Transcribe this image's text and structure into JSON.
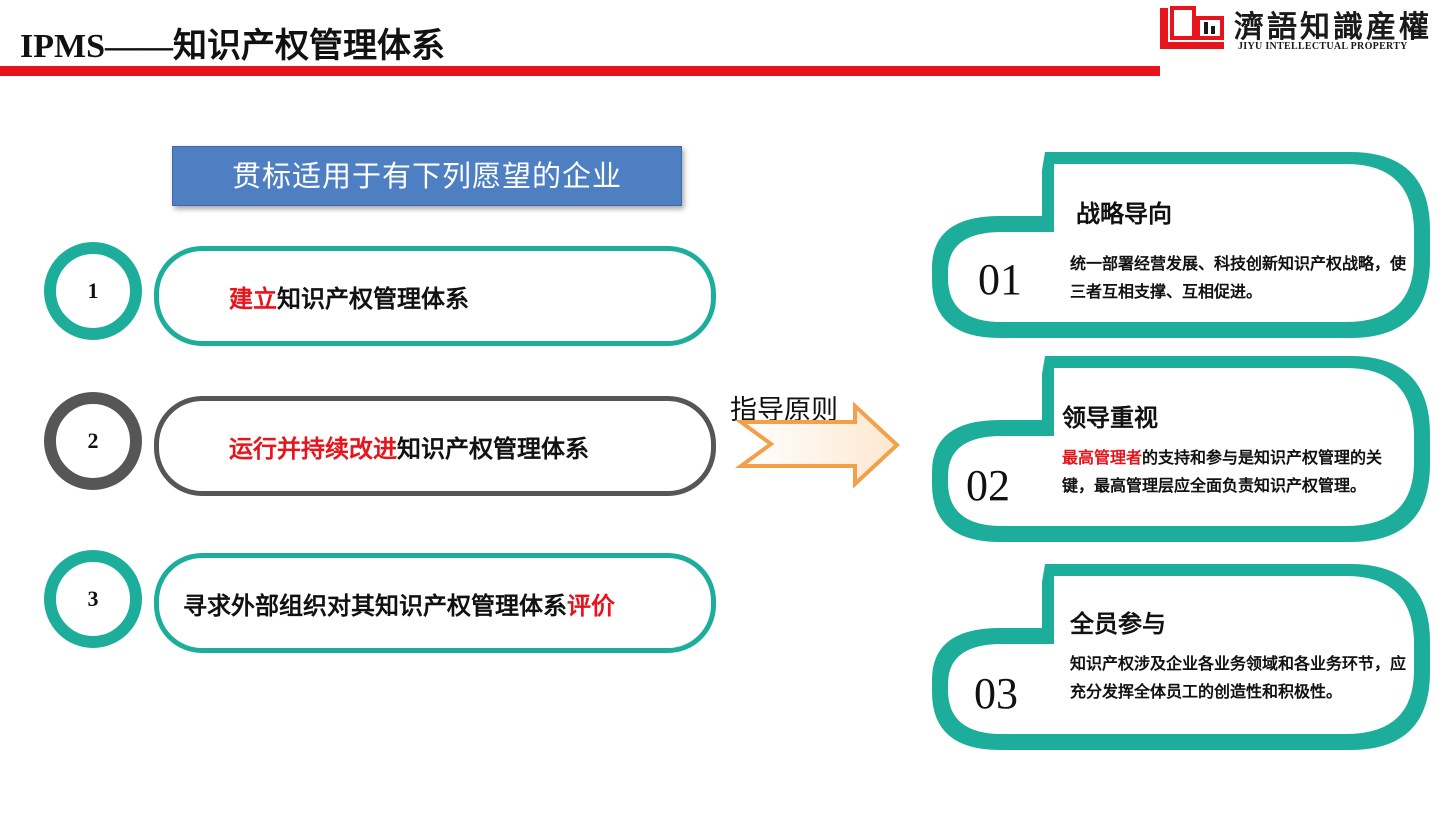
{
  "header": {
    "title": "IPMS——知识产权管理体系",
    "logo_cn": "濟語知識産權",
    "logo_en": "JIYU INTELLECTUAL PROPERTY"
  },
  "scope_heading": "贯标适用于有下列愿望的企业",
  "items": [
    {
      "number": "1",
      "highlight": "建立",
      "text": "知识产权管理体系",
      "highlight_first": true
    },
    {
      "number": "2",
      "highlight": "运行并持续改进",
      "text": "知识产权管理体系",
      "highlight_first": true
    },
    {
      "number": "3",
      "highlight": "评价",
      "text": "寻求外部组织对其知识产权管理体系",
      "highlight_first": false
    }
  ],
  "arrow_label": "指导原则",
  "principles": [
    {
      "number": "01",
      "title": "战略导向",
      "highlight": "",
      "text": "统一部署经营发展、科技创新知识产权战略，使三者互相支撑、互相促进。"
    },
    {
      "number": "02",
      "title": "领导重视",
      "highlight": "最高管理者",
      "text": "的支持和参与是知识产权管理的关键，最高管理层应全面负责知识产权管理。"
    },
    {
      "number": "03",
      "title": "全员参与",
      "highlight": "",
      "text": "知识产权涉及企业各业务领域和各业务环节，应充分发挥全体员工的创造性和积极性。"
    }
  ],
  "colors": {
    "accent_red": "#e8141b",
    "teal": "#1cae9b",
    "dark_gray": "#565656",
    "heading_blue": "#4e7fc3",
    "arrow_orange": "#f3a04a"
  }
}
